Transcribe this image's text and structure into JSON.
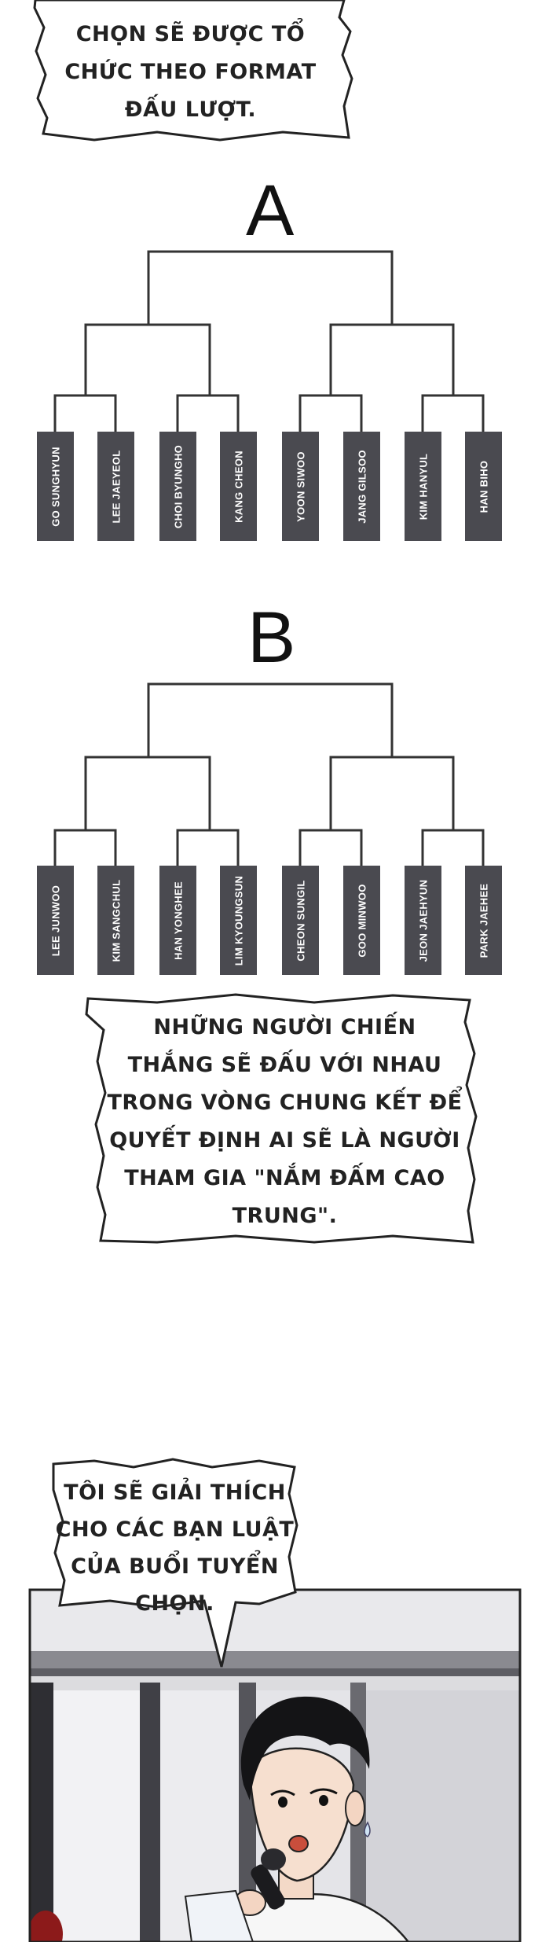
{
  "top_bubble": {
    "lines": [
      "CHỌN SẼ ĐƯỢC TỔ",
      "CHỨC THEO FORMAT",
      "ĐẤU LƯỢT."
    ]
  },
  "bracket_a": {
    "label": "A",
    "players": [
      "GO SUNGHYUN",
      "LEE JAEYEOL",
      "CHOI BYUNGHO",
      "KANG CHEON",
      "YOON SIWOO",
      "JANG GILSOO",
      "KIM HANYUL",
      "HAN BIHO"
    ]
  },
  "bracket_b": {
    "label": "B",
    "players": [
      "LEE JUNWOO",
      "KIM SANGCHUL",
      "HAN YONGHEE",
      "LIM KYOUNGSUN",
      "CHEON SUNGIL",
      "GOO MINWOO",
      "JEON JAEHYUN",
      "PARK JAEHEE"
    ]
  },
  "middle_bubble": {
    "lines": [
      "NHỮNG NGƯỜI CHIẾN",
      "THẮNG SẼ ĐẤU VỚI NHAU",
      "TRONG VÒNG CHUNG KẾT ĐỂ",
      "QUYẾT ĐỊNH AI SẼ LÀ NGƯỜI",
      "THAM GIA \"NẮM ĐẤM CAO",
      "TRUNG\"."
    ]
  },
  "speech_bubble": {
    "lines": [
      "TÔI SẼ GIẢI THÍCH",
      "CHO CÁC BẠN LUẬT",
      "CỦA BUỔI TUYỂN",
      "CHỌN."
    ]
  },
  "colors": {
    "cell": "#4a4a50",
    "line": "#333333",
    "panel_bg": "#d9d9dc"
  }
}
